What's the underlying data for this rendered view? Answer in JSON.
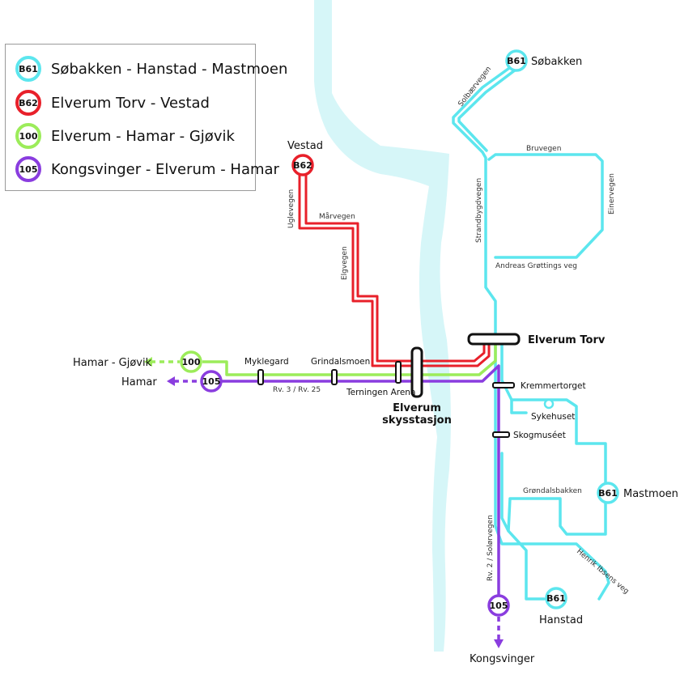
{
  "legend": [
    {
      "code": "B61",
      "label": "Søbakken - Hanstad - Mastmoen",
      "color": "#5ce6ee"
    },
    {
      "code": "B62",
      "label": "Elverum Torv - Vestad",
      "color": "#e8202a"
    },
    {
      "code": "100",
      "label": "Elverum - Hamar - Gjøvik",
      "color": "#9cec5a"
    },
    {
      "code": "105",
      "label": "Kongsvinger - Elverum - Hamar",
      "color": "#8a3ddf"
    }
  ],
  "colors": {
    "river": "#d6f6f8",
    "b61": "#5ce6ee",
    "b62": "#e8202a",
    "r100": "#9cec5a",
    "r105": "#8a3ddf",
    "hub": "#111111"
  },
  "places": {
    "vestad": "Vestad",
    "sobakken": "Søbakken",
    "mastmoen": "Mastmoen",
    "hanstad": "Hanstad",
    "hamar_gjovik": "Hamar - Gjøvik",
    "hamar": "Hamar",
    "kongsvinger": "Kongsvinger"
  },
  "hubs": {
    "elverum_torv": "Elverum Torv",
    "skysstasjon_1": "Elverum",
    "skysstasjon_2": "skysstasjon"
  },
  "stops": {
    "myklegard": "Myklegard",
    "grindalsmoen": "Grindalsmoen",
    "terningen": "Terningen Arena",
    "kremmertorget": "Kremmertorget",
    "sykehuset": "Sykehuset",
    "skogmuseet": "Skogmuséet"
  },
  "roads": {
    "uglevegen": "Uglevegen",
    "marvegen": "Mårvegen",
    "elgvegen": "Elgvegen",
    "solbaervegen": "Solbærvegen",
    "bruvegen": "Bruvegen",
    "einervegen": "Einervegen",
    "strandbygdvegen": "Strandbygdvegen",
    "andreas": "Andreas Grøttings veg",
    "rv3": "Rv. 3 / Rv. 25",
    "rv2": "Rv. 2 / Solørvegen",
    "grondalsbakken": "Grøndalsbakken",
    "henrik": "Henrik Ibsens veg"
  },
  "badges": {
    "b61": "B61",
    "b62": "B62",
    "r100": "100",
    "r105": "105"
  }
}
